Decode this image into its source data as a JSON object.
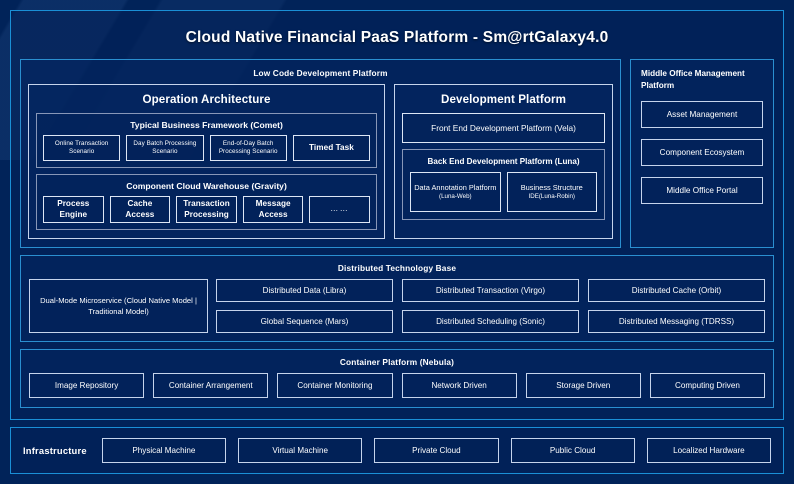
{
  "page_title": "Cloud Native Financial PaaS Platform - Sm@rtGalaxy4.0",
  "colors": {
    "background": "#012359",
    "frame_border": "#1a8fd6",
    "panel_border": "#2a8fd0",
    "box_border": "#c6d4ec",
    "subgroup_border": "#8897b8",
    "text": "#ffffff"
  },
  "low_code": {
    "caption": "Low Code Development Platform",
    "operation_architecture": {
      "title": "Operation Architecture",
      "business_framework": {
        "title": "Typical Business Framework (Comet)",
        "items": [
          "Online Transaction Scenario",
          "Day Batch Processing Scenario",
          "End-of-Day Batch Processing Scenario",
          "Timed Task"
        ]
      },
      "cloud_warehouse": {
        "title": "Component Cloud Warehouse (Gravity)",
        "items": [
          "Process Engine",
          "Cache Access",
          "Transaction Processing",
          "Message Access",
          "……"
        ]
      }
    },
    "development_platform": {
      "title": "Development Platform",
      "front_end": "Front End Development Platform (Vela)",
      "back_end": {
        "title": "Back End Development Platform (Luna)",
        "items": [
          {
            "main": "Data Annotation Platform",
            "sub": "(Luna-Web)"
          },
          {
            "main": "Business Structure",
            "sub": "IDE(Luna-Robin)"
          }
        ]
      }
    }
  },
  "middle_office": {
    "title": "Middle Office Management Platform",
    "items": [
      "Asset Management",
      "Component Ecosystem",
      "Middle Office Portal"
    ]
  },
  "distributed_technology_base": {
    "caption": "Distributed Technology Base",
    "highlight": "Dual-Mode Microservice (Cloud Native Model | Traditional Model)",
    "items": [
      "Distributed Data (Libra)",
      "Distributed Transaction (Virgo)",
      "Distributed Cache (Orbit)",
      "Global Sequence (Mars)",
      "Distributed Scheduling (Sonic)",
      "Distributed Messaging (TDRSS)"
    ]
  },
  "container_platform": {
    "caption": "Container Platform (Nebula)",
    "items": [
      "Image Repository",
      "Container Arrangement",
      "Container Monitoring",
      "Network Driven",
      "Storage Driven",
      "Computing Driven"
    ]
  },
  "infrastructure": {
    "label": "Infrastructure",
    "items": [
      "Physical Machine",
      "Virtual Machine",
      "Private Cloud",
      "Public Cloud",
      "Localized Hardware"
    ]
  }
}
